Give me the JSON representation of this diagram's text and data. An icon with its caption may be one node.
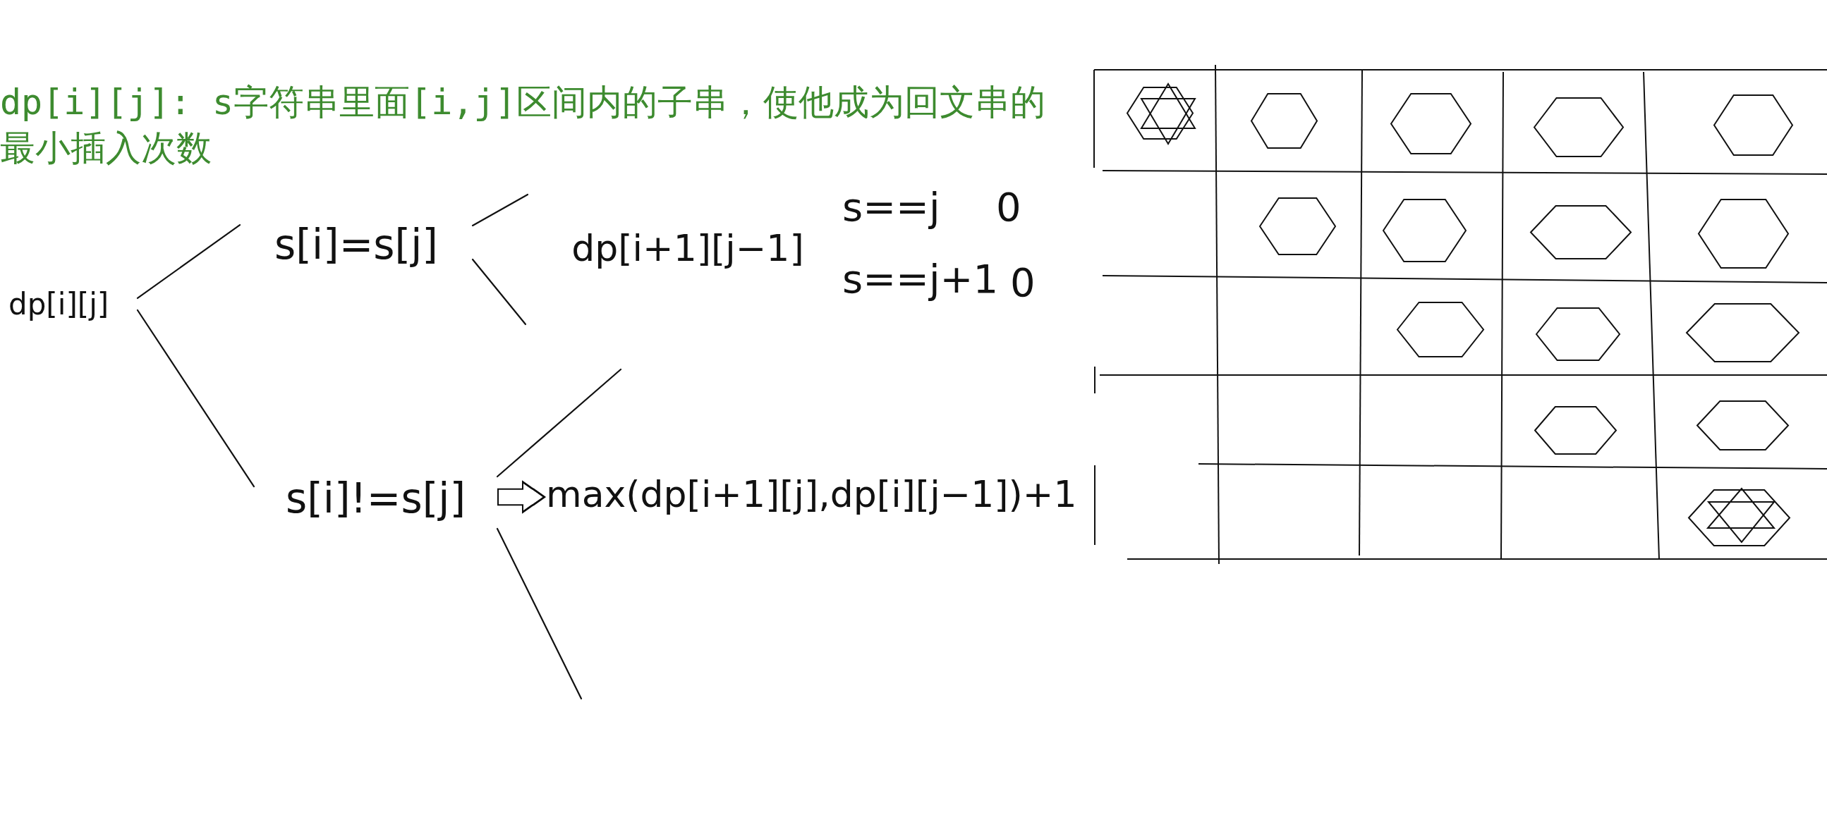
{
  "diagram": {
    "title": "dp[i][j]: s字符串里面[i,j]区间内的子串，使他成为回文串的最小插入次数",
    "nodes": [
      {
        "text": [
          "dp[i][j]"
        ]
      },
      {
        "text": [
          "s[i]=s[j]"
        ]
      },
      {
        "text": [
          "dp[i+1][j−1]"
        ]
      },
      {
        "text": [
          "s[i]!=s[j]"
        ]
      },
      {
        "text": [
          "max(dp[i+1][j],dp[i][j−1])+1"
        ]
      }
    ],
    "edges": [
      {
        "from": 0,
        "to": 1,
        "arrow": "none"
      },
      {
        "from": 0,
        "to": 3,
        "arrow": "none"
      },
      {
        "from": 1,
        "to": null,
        "arrow": "none"
      },
      {
        "from": 1,
        "to": null,
        "arrow": "none"
      },
      {
        "from": 3,
        "to": 4,
        "arrow": "to",
        "style": "thick"
      },
      {
        "from": 3,
        "to": null,
        "arrow": "none"
      },
      {
        "from": 3,
        "to": null,
        "arrow": "none"
      }
    ],
    "labels": [
      "s==j",
      "0",
      "s==j+1",
      "0"
    ]
  }
}
